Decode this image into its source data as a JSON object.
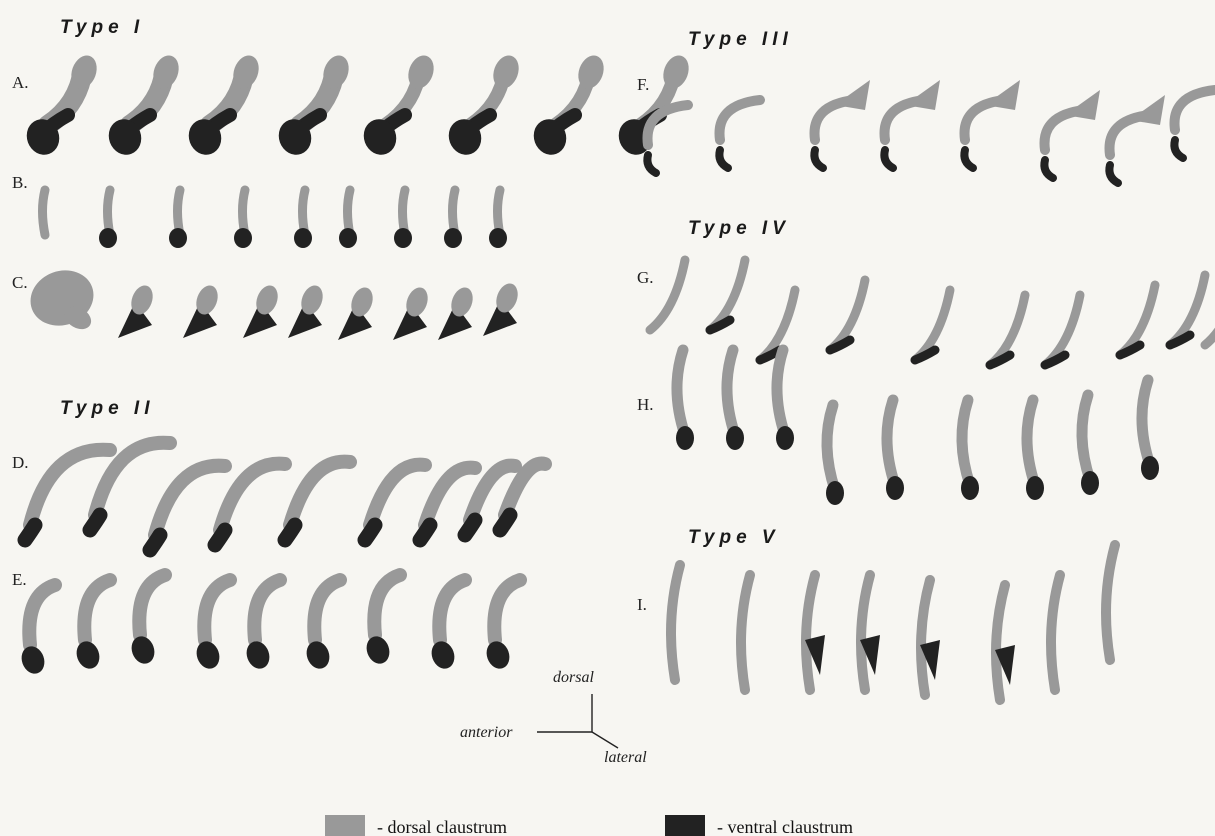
{
  "types": [
    {
      "label": "Type I",
      "rows": [
        {
          "label": "A.",
          "shape": "A"
        },
        {
          "label": "B.",
          "shape": "B"
        },
        {
          "label": "C.",
          "shape": "C"
        }
      ]
    },
    {
      "label": "Type II",
      "rows": [
        {
          "label": "D.",
          "shape": "D"
        },
        {
          "label": "E.",
          "shape": "E"
        }
      ]
    },
    {
      "label": "Type III",
      "rows": [
        {
          "label": "F.",
          "shape": "F"
        }
      ]
    },
    {
      "label": "Type IV",
      "rows": [
        {
          "label": "G.",
          "shape": "G"
        },
        {
          "label": "H.",
          "shape": "H"
        }
      ]
    },
    {
      "label": "Type V",
      "rows": [
        {
          "label": "I.",
          "shape": "I"
        }
      ]
    }
  ],
  "axes": {
    "dorsal": "dorsal",
    "anterior": "anterior",
    "lateral": "lateral"
  },
  "legend": {
    "dorsal": {
      "label": "- dorsal claustrum",
      "color": "#999999"
    },
    "ventral": {
      "label": "- ventral claustrum",
      "color": "#222222"
    }
  }
}
